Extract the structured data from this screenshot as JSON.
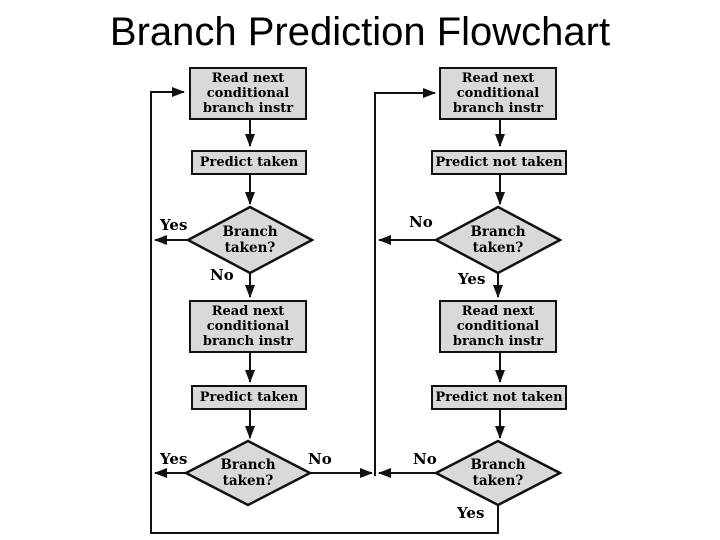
{
  "title": "Branch Prediction Flowchart",
  "colors": {
    "background": "#ffffff",
    "node_fill": "#d9d9d9",
    "node_border": "#111111",
    "connector": "#111111",
    "title_text": "#000000"
  },
  "flowchart": {
    "left_path": {
      "read1": "Read next conditional branch instr",
      "predict1": "Predict taken",
      "decision1": "Branch taken?",
      "decision1_yes": "Yes",
      "decision1_no": "No",
      "read2": "Read next conditional branch instr",
      "predict2": "Predict taken",
      "decision2": "Branch taken?",
      "decision2_yes": "Yes",
      "decision2_no": "No"
    },
    "right_path": {
      "read1": "Read next conditional branch instr",
      "predict1": "Predict not taken",
      "decision1": "Branch taken?",
      "decision1_no": "No",
      "decision1_yes": "Yes",
      "read2": "Read next conditional branch instr",
      "predict2": "Predict not taken",
      "decision2": "Branch taken?",
      "decision2_no": "No",
      "decision2_yes": "Yes"
    }
  }
}
